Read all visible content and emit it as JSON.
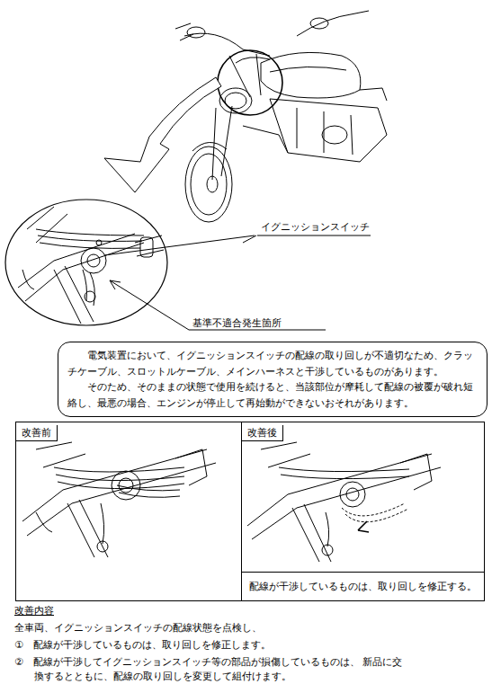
{
  "diagram": {
    "nodes": [
      {
        "text": [
          "電気装置において、イグニッションスイッチの配線の取り回しが不適切なため、クラッチケーブル、スロットルケーブル、メインハーネスと干渉しているものがあります。",
          "そのため、そのままの状態で使用を続けると、当該部位が摩耗して配線の被覆が破れ短絡し、最悪の場合、エンジンが停止して再始動ができないおそれがあります。"
        ]
      },
      {
        "text": [
          "改善前"
        ]
      },
      {
        "text": [
          "改善後"
        ]
      },
      {
        "text": [
          "配線が干渉しているものは、取り回しを修正する。"
        ],
        "in": 2
      }
    ],
    "edges": [],
    "labels": [
      "イグニッションスイッチ",
      "基準不適合発生箇所",
      "改善内容",
      "全車両、イグニッションスイッチの配線状態を点検し、",
      "①　配線が干渉しているものは、取り回しを修正します。",
      "②　配線が干渉してイグニッションスイッチ等の部品が損傷しているものは、 新品に交換するとともに、配線の取り回しを変更して組付けます。"
    ]
  }
}
